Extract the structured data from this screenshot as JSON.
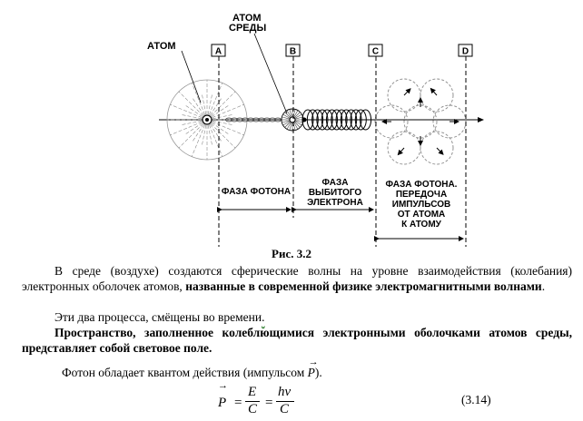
{
  "figure": {
    "labels": {
      "atom": "АТОМ",
      "atom_medium_1": "АТОМ",
      "atom_medium_2": "СРЕДЫ",
      "A": "A",
      "B": "B",
      "C": "C",
      "D": "D"
    },
    "phase1": "ФАЗА ФОТОНА",
    "phase2_lines": [
      "ФАЗА",
      "ВЫБИТОГО",
      "ЭЛЕКТРОНА"
    ],
    "phase3_lines": [
      "ФАЗА ФОТОНА.",
      "ПЕРЕДОЧА",
      "ИМПУЛЬСОВ",
      "ОТ АТОМА",
      "К АТОМУ"
    ]
  },
  "caption": "Рис. 3.2",
  "p1": {
    "t1": "В среде (воздухе) создаются сферические волны на уровне взаимодействия (колебания) электронных оболочек атомов, ",
    "t2": "названные в современной физике  электромагнитными волнами",
    "t3": "."
  },
  "p2": "Эти два процесса, смёщены во времени",
  "p2_tail": ".",
  "p3": "Пространство, заполненное колеблющимися электронными оболочками атомов среды,   представляет собой световое поле.",
  "p4": {
    "text": "Фотон обладает квантом действия (импульсом ",
    "sym": "P",
    "end": ")."
  },
  "formula": {
    "lhs": "P",
    "eq": "=",
    "num1": "E",
    "den1": "C",
    "num2": "hν",
    "den2": "C"
  },
  "eq_number": "(3.14)"
}
